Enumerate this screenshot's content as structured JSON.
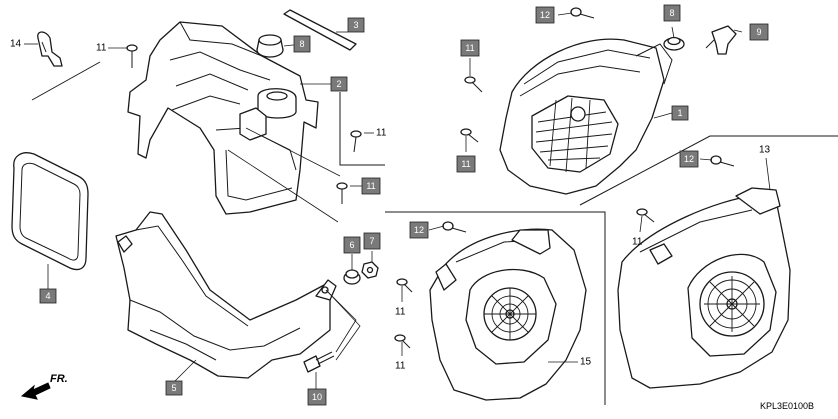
{
  "diagram": {
    "code": "KPL3E0100B",
    "direction_label": "FR.",
    "callouts": [
      {
        "id": "c1",
        "label": "1",
        "boxed": true
      },
      {
        "id": "c2",
        "label": "2",
        "boxed": true
      },
      {
        "id": "c3",
        "label": "3",
        "boxed": true
      },
      {
        "id": "c4",
        "label": "4",
        "boxed": true
      },
      {
        "id": "c5",
        "label": "5",
        "boxed": true
      },
      {
        "id": "c6",
        "label": "6",
        "boxed": true
      },
      {
        "id": "c7",
        "label": "7",
        "boxed": true
      },
      {
        "id": "c8a",
        "label": "8",
        "boxed": true
      },
      {
        "id": "c8b",
        "label": "8",
        "boxed": true
      },
      {
        "id": "c9",
        "label": "9",
        "boxed": true
      },
      {
        "id": "c10",
        "label": "10",
        "boxed": true
      },
      {
        "id": "c11a",
        "label": "11",
        "boxed": true
      },
      {
        "id": "c11b",
        "label": "11",
        "boxed": true
      },
      {
        "id": "c11c",
        "label": "11",
        "boxed": true
      },
      {
        "id": "c12a",
        "label": "12",
        "boxed": true
      },
      {
        "id": "c12b",
        "label": "12",
        "boxed": true
      },
      {
        "id": "c12c",
        "label": "12",
        "boxed": true
      },
      {
        "id": "t11a",
        "label": "11",
        "boxed": false
      },
      {
        "id": "t11b",
        "label": "11",
        "boxed": false
      },
      {
        "id": "t11c",
        "label": "11",
        "boxed": false
      },
      {
        "id": "t11d",
        "label": "11",
        "boxed": false
      },
      {
        "id": "t11e",
        "label": "11",
        "boxed": false
      },
      {
        "id": "t13",
        "label": "13",
        "boxed": false
      },
      {
        "id": "t14",
        "label": "14",
        "boxed": false
      },
      {
        "id": "t15",
        "label": "15",
        "boxed": false
      }
    ]
  }
}
